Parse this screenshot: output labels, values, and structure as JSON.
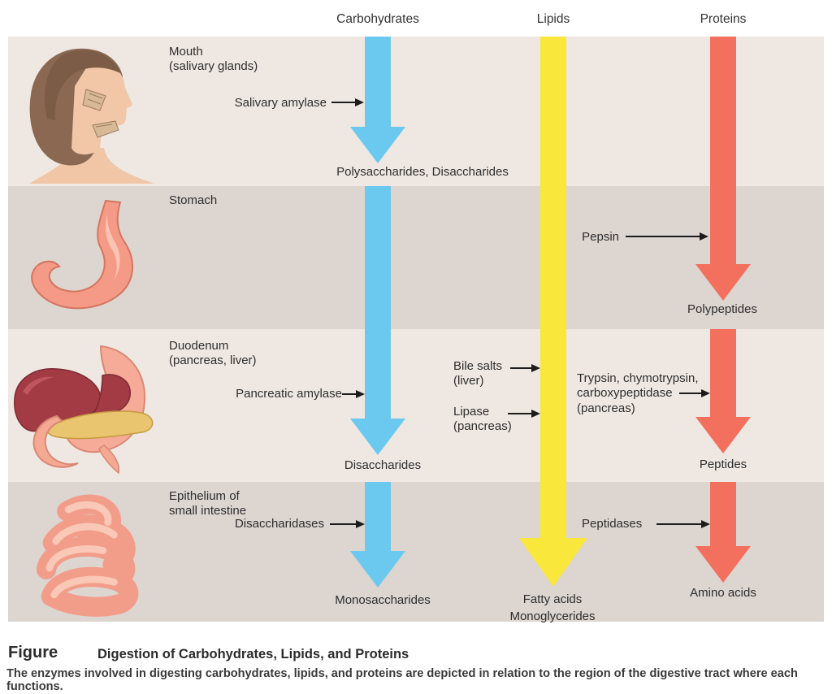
{
  "figure": {
    "label": "Figure",
    "title": "Digestion of Carbohydrates, Lipids, and Proteins",
    "description": "The enzymes involved in digesting carbohydrates, lipids, and proteins are depicted in relation to the region of the digestive tract where each functions."
  },
  "columns": {
    "carbohydrates": "Carbohydrates",
    "lipids": "Lipids",
    "proteins": "Proteins"
  },
  "colors": {
    "carbohydrates_arrow": "#6BC9F0",
    "lipids_arrow": "#F9E73B",
    "proteins_arrow": "#F3705F",
    "band_light": "#EFE8E2",
    "band_dark": "#DCD5D0"
  },
  "rows": {
    "mouth": {
      "region_line1": "Mouth",
      "region_line2": "(salivary glands)",
      "enzyme_carb": "Salivary amylase",
      "product_carb": "Polysaccharides, Disaccharides",
      "illustration": "head-profile-with-salivary-glands"
    },
    "stomach": {
      "region_line1": "Stomach",
      "enzyme_protein": "Pepsin",
      "product_protein": "Polypeptides",
      "illustration": "stomach"
    },
    "duodenum": {
      "region_line1": "Duodenum",
      "region_line2": "(pancreas, liver)",
      "enzyme_carb": "Pancreatic amylase",
      "enzyme_lipid1_line1": "Bile salts",
      "enzyme_lipid1_line2": "(liver)",
      "enzyme_lipid2_line1": "Lipase",
      "enzyme_lipid2_line2": "(pancreas)",
      "enzyme_protein_line1": "Trypsin, chymotrypsin,",
      "enzyme_protein_line2": "carboxypeptidase",
      "enzyme_protein_line3": "(pancreas)",
      "product_carb": "Disaccharides",
      "product_protein": "Peptides",
      "illustration": "liver-stomach-pancreas"
    },
    "intestine": {
      "region_line1": "Epithelium of",
      "region_line2": "small intestine",
      "enzyme_carb": "Disaccharidases",
      "enzyme_protein": "Peptidases",
      "product_carb": "Monosaccharides",
      "product_lipid_line1": "Fatty acids",
      "product_lipid_line2": "Monoglycerides",
      "product_protein": "Amino acids",
      "illustration": "small-intestine-coils"
    }
  }
}
